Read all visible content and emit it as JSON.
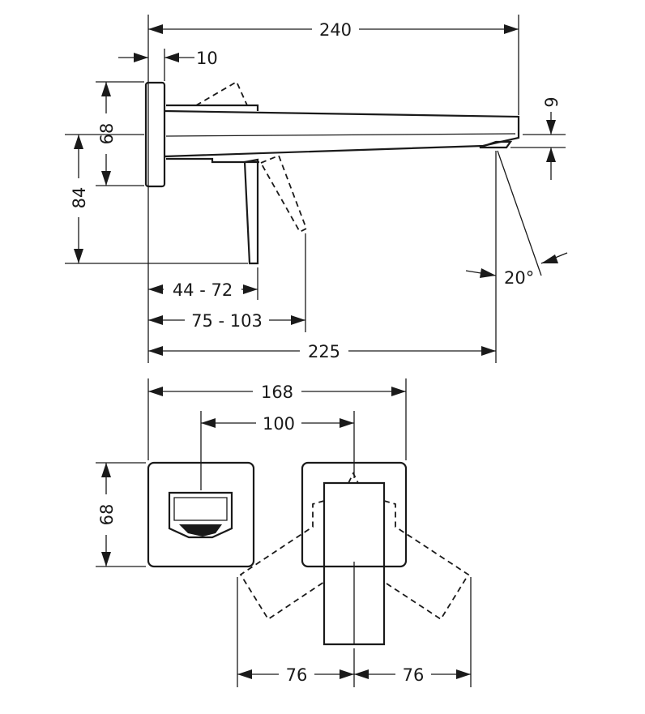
{
  "side_view": {
    "overall_length": "240",
    "plate_thickness": "10",
    "plate_height": "68",
    "spout_outlet_height": "9",
    "total_height": "84",
    "lever_range_min": "44 - 72",
    "lever_range_max": "75 - 103",
    "spout_projection": "225",
    "spray_angle": "20°"
  },
  "front_view": {
    "overall_width": "168",
    "centre_distance": "100",
    "plate_height": "68",
    "lever_swing_left": "76",
    "lever_swing_right": "76"
  }
}
